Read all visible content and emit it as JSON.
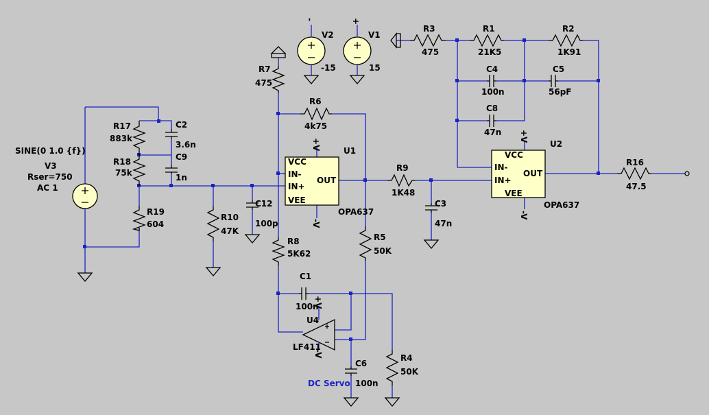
{
  "colors": {
    "background": "#c7c7c7",
    "wire": "#1a24c4",
    "component": "#000000",
    "opamp_fill": "#ffffc8",
    "label_blue": "#1a24c4"
  },
  "sources": {
    "v1": {
      "name": "V1",
      "value": "15",
      "pin": "+"
    },
    "v2": {
      "name": "V2",
      "value": "-15",
      "pin": "-"
    },
    "v3": {
      "name": "V3",
      "params": [
        "SINE(0 1.0 {f})",
        "V3",
        "Rser=750",
        "AC 1"
      ]
    }
  },
  "resistors": {
    "r1": {
      "name": "R1",
      "value": "21K5"
    },
    "r2": {
      "name": "R2",
      "value": "1K91"
    },
    "r3": {
      "name": "R3",
      "value": "475"
    },
    "r4": {
      "name": "R4",
      "value": "50K"
    },
    "r5": {
      "name": "R5",
      "value": "50K"
    },
    "r6": {
      "name": "R6",
      "value": "4k75"
    },
    "r7": {
      "name": "R7",
      "value": "475"
    },
    "r8": {
      "name": "R8",
      "value": "5K62"
    },
    "r9": {
      "name": "R9",
      "value": "1K48"
    },
    "r10": {
      "name": "R10",
      "value": "47K"
    },
    "r16": {
      "name": "R16",
      "value": "47.5"
    },
    "r17": {
      "name": "R17",
      "value": "883k"
    },
    "r18": {
      "name": "R18",
      "value": "75k"
    },
    "r19": {
      "name": "R19",
      "value": "604"
    }
  },
  "capacitors": {
    "c1": {
      "name": "C1",
      "value": "100n"
    },
    "c2": {
      "name": "C2",
      "value": "3.6n"
    },
    "c3": {
      "name": "C3",
      "value": "47n"
    },
    "c4": {
      "name": "C4",
      "value": "100n"
    },
    "c5": {
      "name": "C5",
      "value": "56pF"
    },
    "c6": {
      "name": "C6",
      "value": "100n"
    },
    "c8": {
      "name": "C8",
      "value": "47n"
    },
    "c9": {
      "name": "C9",
      "value": "1n"
    },
    "c12": {
      "name": "C12",
      "value": "100p"
    }
  },
  "opamps": {
    "u1": {
      "name": "U1",
      "model": "OPA637",
      "pins": {
        "vcc": "VCC",
        "inm": "IN-",
        "inp": "IN+",
        "out": "OUT",
        "vee": "VEE"
      }
    },
    "u2": {
      "name": "U2",
      "model": "OPA637",
      "pins": {
        "vcc": "VCC",
        "inm": "IN-",
        "inp": "IN+",
        "out": "OUT",
        "vee": "VEE"
      }
    },
    "u4": {
      "name": "U4",
      "model": "LF411"
    }
  },
  "rails": {
    "plus": "+V",
    "minus": "-V"
  },
  "notes": {
    "dc_servo": "DC Servo"
  }
}
